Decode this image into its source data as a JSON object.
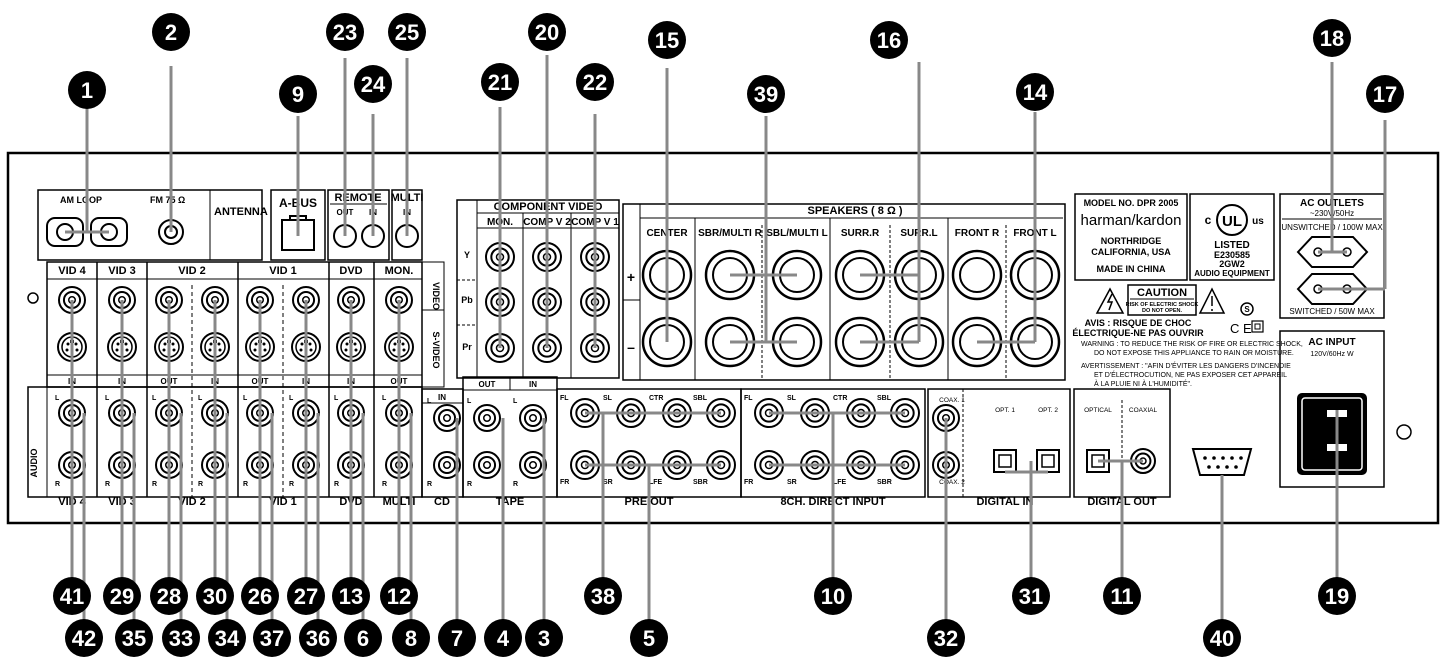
{
  "callouts": {
    "top": [
      "1",
      "2",
      "9",
      "23",
      "24",
      "25",
      "21",
      "20",
      "22",
      "15",
      "39",
      "16",
      "14",
      "18",
      "17"
    ],
    "bottom_row1": [
      "41",
      "29",
      "28",
      "30",
      "26",
      "27",
      "13",
      "12",
      "38",
      "10",
      "31",
      "11",
      "19"
    ],
    "bottom_row2": [
      "42",
      "35",
      "33",
      "34",
      "37",
      "36",
      "6",
      "8",
      "7",
      "4",
      "3",
      "5",
      "32",
      "40"
    ]
  },
  "labels": {
    "am_loop": "AM  LOOP",
    "fm": "FM 75 Ω",
    "antenna": "ANTENNA",
    "abus": "A-BUS",
    "remote": "REMOTE",
    "remote_out": "OUT",
    "remote_in": "IN",
    "multi": "MULTI",
    "multi_in": "IN",
    "component_video": "COMPONENT VIDEO",
    "mon": "MON.",
    "comp_v2": "COMP V 2",
    "comp_v1": "COMP V 1",
    "y": "Y",
    "pb": "Pb",
    "pr": "Pr",
    "speakers": "SPEAKERS ( 8 Ω )",
    "center": "CENTER",
    "sbr_multi_r": "SBR/MULTI R",
    "sbl_multi_l": "SBL/MULTI L",
    "surr_r": "SURR.R",
    "surr_l": "SURR.L",
    "front_r": "FRONT R",
    "front_l": "FRONT L",
    "plus": "+",
    "minus": "–",
    "vid4": "VID 4",
    "vid3": "VID 3",
    "vid2": "VID 2",
    "vid1": "VID 1",
    "dvd": "DVD",
    "mon2": "MON.",
    "video": "VIDEO",
    "svideo": "S-VIDEO",
    "in": "IN",
    "out": "OUT",
    "audio": "AUDIO",
    "cd": "CD",
    "tape": "TAPE",
    "multi_b": "MULTI",
    "pre_out": "PRE OUT",
    "direct_input": "8CH. DIRECT INPUT",
    "digital_in": "DIGITAL IN",
    "digital_out": "DIGITAL OUT",
    "coax1": "COAX. 1",
    "coax2": "COAX. 2",
    "opt1": "OPT. 1",
    "opt2": "OPT. 2",
    "optical": "OPTICAL",
    "coaxial": "COAXIAL",
    "fl": "FL",
    "sl": "SL",
    "ctr": "CTR",
    "sbl": "SBL",
    "fr": "FR",
    "sr": "SR",
    "lfe": "LFE",
    "sbr": "SBR",
    "L": "L",
    "R": "R",
    "model": "MODEL NO. DPR 2005",
    "brand": "harman/kardon",
    "city": "NORTHRIDGE",
    "state": "CALIFORNIA,  USA",
    "made": "MADE IN CHINA",
    "ul_c": "c",
    "ul_us": "us",
    "ul": "UL",
    "listed": "LISTED",
    "ul_no": "E230585",
    "ul_code": "2GW2",
    "ul_cat": "AUDIO EQUIPMENT",
    "caution": "CAUTION",
    "caution_sub1": "RISK OF ELECTRIC SHOCK",
    "caution_sub2": "DO NOT OPEN.",
    "avis1": "AVIS : RISQUE DE CHOC",
    "avis2": "ÉLECTRIQUE-NE PAS OUVRIR",
    "ce": "C E",
    "s_mark": "S",
    "warning1": "WARNING : TO REDUCE THE RISK OF FIRE OR ELECTRIC SHOCK,",
    "warning2": "DO NOT EXPOSE THIS APPLIANCE TO RAIN OR MOISTURE.",
    "avert1": "AVERTISSEMENT : \"AFIN D'ÉVITER LES DANGERS D'INCENDIE",
    "avert2": "ET D'ÉLECTROCUTION, NE PAS EXPOSER CET APPAREIL",
    "avert3": "À LA PLUIE NI À L'HUMIDITÉ\".",
    "ac_outlets": "AC OUTLETS",
    "ac_volt": "~230V/50Hz",
    "unswitched": "UNSWITCHED / 100W MAX",
    "switched": "SWITCHED / 50W MAX",
    "ac_input": "AC INPUT",
    "ac_input_sub": "120V/60Hz       W"
  }
}
